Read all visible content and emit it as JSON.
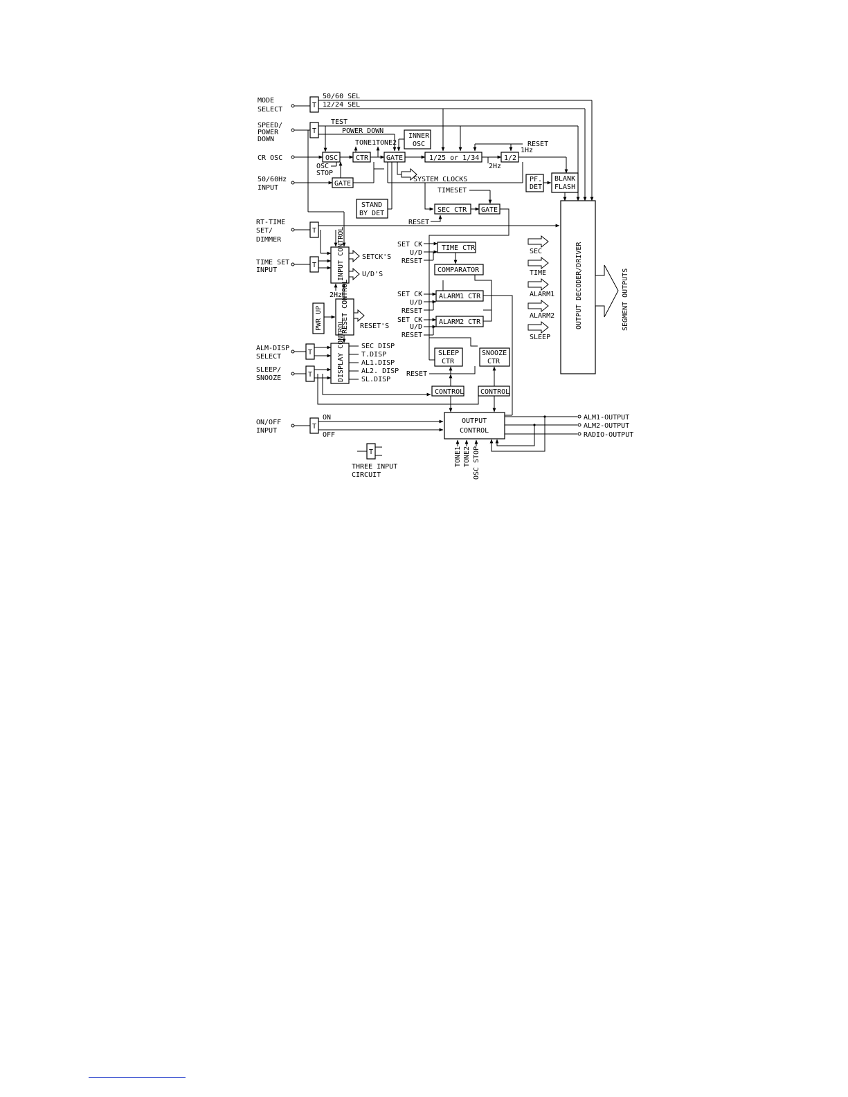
{
  "inputs": {
    "mode_select": [
      "MODE",
      "SELECT"
    ],
    "speed_power_down": [
      "SPEED/",
      "POWER",
      "DOWN"
    ],
    "cr_osc": "CR OSC",
    "hz_input": [
      "50/60Hz",
      "INPUT"
    ],
    "rt_time_set_dimmer": [
      "RT-TIME",
      "SET/",
      "DIMMER"
    ],
    "time_set_input": [
      "TIME SET",
      "INPUT"
    ],
    "alm_disp_select": [
      "ALM-DISP",
      "SELECT"
    ],
    "sleep_snooze": [
      "SLEEP/",
      "SNOOZE"
    ],
    "on_off_input": [
      "ON/OFF",
      "INPUT"
    ]
  },
  "signals": {
    "sel_50_60": "50/60 SEL",
    "sel_12_24": "12/24 SEL",
    "test": "TEST",
    "power_down": "POWER DOWN",
    "tone1": "TONE1",
    "tone2": "TONE2",
    "osc_stop": [
      "OSC",
      "STOP"
    ],
    "reset_top": "RESET",
    "hz1": "1Hz",
    "hz2": "2Hz",
    "system_clocks": "SYSTEM CLOCKS",
    "timeset": "TIMESET",
    "reset_sec": "RESET",
    "input_2hz": "2Hz",
    "setcks": "SETCK'S",
    "uds": "U/D'S",
    "resets": "RESET'S",
    "set_ck": "SET CK",
    "ud": "U/D",
    "reset": "RESET",
    "on": "ON",
    "off": "OFF",
    "seg_outputs": "SEGMENT OUTPUTS"
  },
  "blocks": {
    "t": "T",
    "osc": "OSC",
    "ctr": "CTR",
    "gate": "GATE",
    "inner_osc": [
      "INNER",
      "OSC"
    ],
    "divider": "1/25 or 1/34",
    "half": "1/2",
    "pf_det": [
      "PF.",
      "DET"
    ],
    "blank_flash": [
      "BLANK",
      "FLASH"
    ],
    "stand_by_det": [
      "STAND",
      "BY DET"
    ],
    "sec_ctr": "SEC CTR",
    "input_control": "INPUT CONTROL",
    "reset_control": "RESET CONTROL",
    "pwr_up": "PWR UP",
    "display_control": "DISPLAY CONTROL",
    "time_ctr": "TIME CTR",
    "comparator": "COMPARATOR",
    "alarm1_ctr": "ALARM1 CTR",
    "alarm2_ctr": "ALARM2 CTR",
    "sleep_ctr": [
      "SLEEP",
      "CTR"
    ],
    "snooze_ctr": [
      "SNOOZE",
      "CTR"
    ],
    "control": "CONTROL",
    "output_control": [
      "OUTPUT",
      "CONTROL"
    ],
    "output_decoder": "OUTPUT DECODER/DRIVER"
  },
  "display_outputs": [
    "SEC DISP",
    "T.DISP",
    "AL1.DISP",
    "AL2. DISP",
    "SL.DISP"
  ],
  "buses": [
    "SEC",
    "TIME",
    "ALARM1",
    "ALARM2",
    "SLEEP"
  ],
  "outputs": [
    "ALM1-OUTPUT",
    "ALM2-OUTPUT",
    "RADIO-OUTPUT"
  ],
  "bottom_inputs": [
    "TONE1",
    "TONE2",
    "OSC STOP"
  ],
  "legend": [
    "THREE INPUT",
    "CIRCUIT"
  ]
}
